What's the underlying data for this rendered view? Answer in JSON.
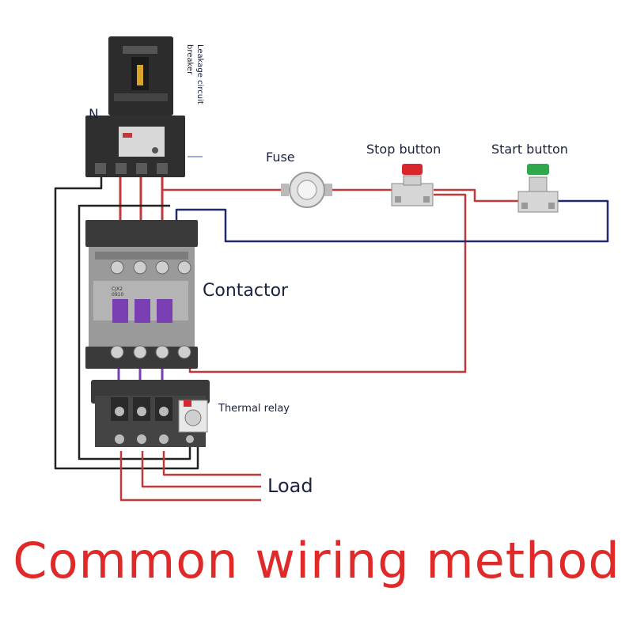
{
  "labels": {
    "n": "N",
    "breaker_line1": "Leakage circuit",
    "breaker_line2": "breaker",
    "fuse": "Fuse",
    "stop": "Stop button",
    "start": "Start button",
    "contactor": "Contactor",
    "contactor_model_1": "CJX2",
    "contactor_model_2": "0910",
    "thermal": "Thermal relay",
    "load": "Load"
  },
  "title": "Common wiring method",
  "colors": {
    "wire_red": "#c0393b",
    "wire_black": "#222222",
    "wire_blue": "#1f2a6b",
    "wire_purple": "#7a3fb3",
    "title_red": "#e02a2a",
    "stop_cap": "#d8262c",
    "start_cap": "#2ea84a",
    "device_body": "#3a3a3a",
    "contactor_gray": "#9a9a9a"
  }
}
